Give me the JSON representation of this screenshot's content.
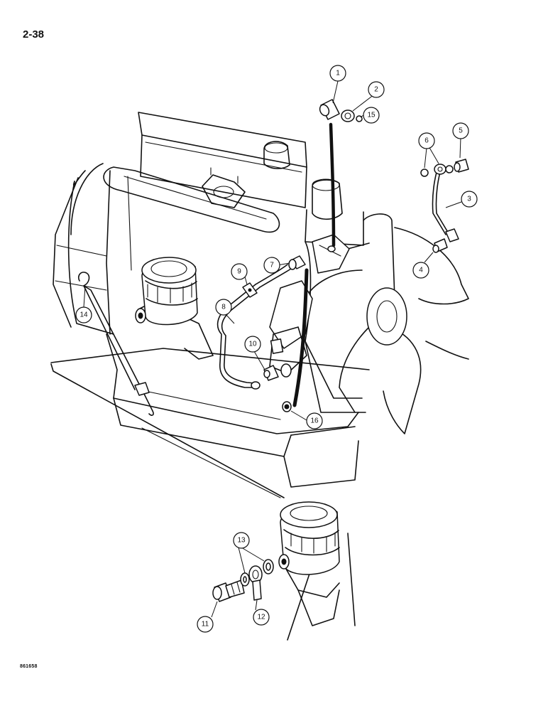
{
  "page": {
    "number": "2-38",
    "figure_code": "861658"
  },
  "colors": {
    "ink": "#111111",
    "paper": "#ffffff"
  },
  "callouts": [
    {
      "id": "c1",
      "label": "1"
    },
    {
      "id": "c2",
      "label": "2"
    },
    {
      "id": "c3",
      "label": "3"
    },
    {
      "id": "c4",
      "label": "4"
    },
    {
      "id": "c5",
      "label": "5"
    },
    {
      "id": "c6",
      "label": "6"
    },
    {
      "id": "c7",
      "label": "7"
    },
    {
      "id": "c8",
      "label": "8"
    },
    {
      "id": "c9",
      "label": "9"
    },
    {
      "id": "c10",
      "label": "10"
    },
    {
      "id": "c11",
      "label": "11"
    },
    {
      "id": "c12",
      "label": "12"
    },
    {
      "id": "c13",
      "label": "13"
    },
    {
      "id": "c14",
      "label": "14"
    },
    {
      "id": "c15",
      "label": "15"
    },
    {
      "id": "c16",
      "label": "16"
    }
  ]
}
